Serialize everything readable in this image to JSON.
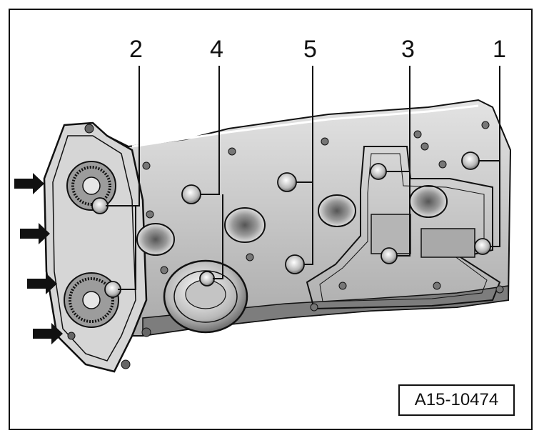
{
  "callouts": [
    "2",
    "4",
    "5",
    "3",
    "1"
  ],
  "figure_id": "A15-10474",
  "colors": {
    "line": "#111111",
    "metal": "#c9c9c9",
    "shadow": "#8a8a8a",
    "light": "#e6e6e6"
  }
}
